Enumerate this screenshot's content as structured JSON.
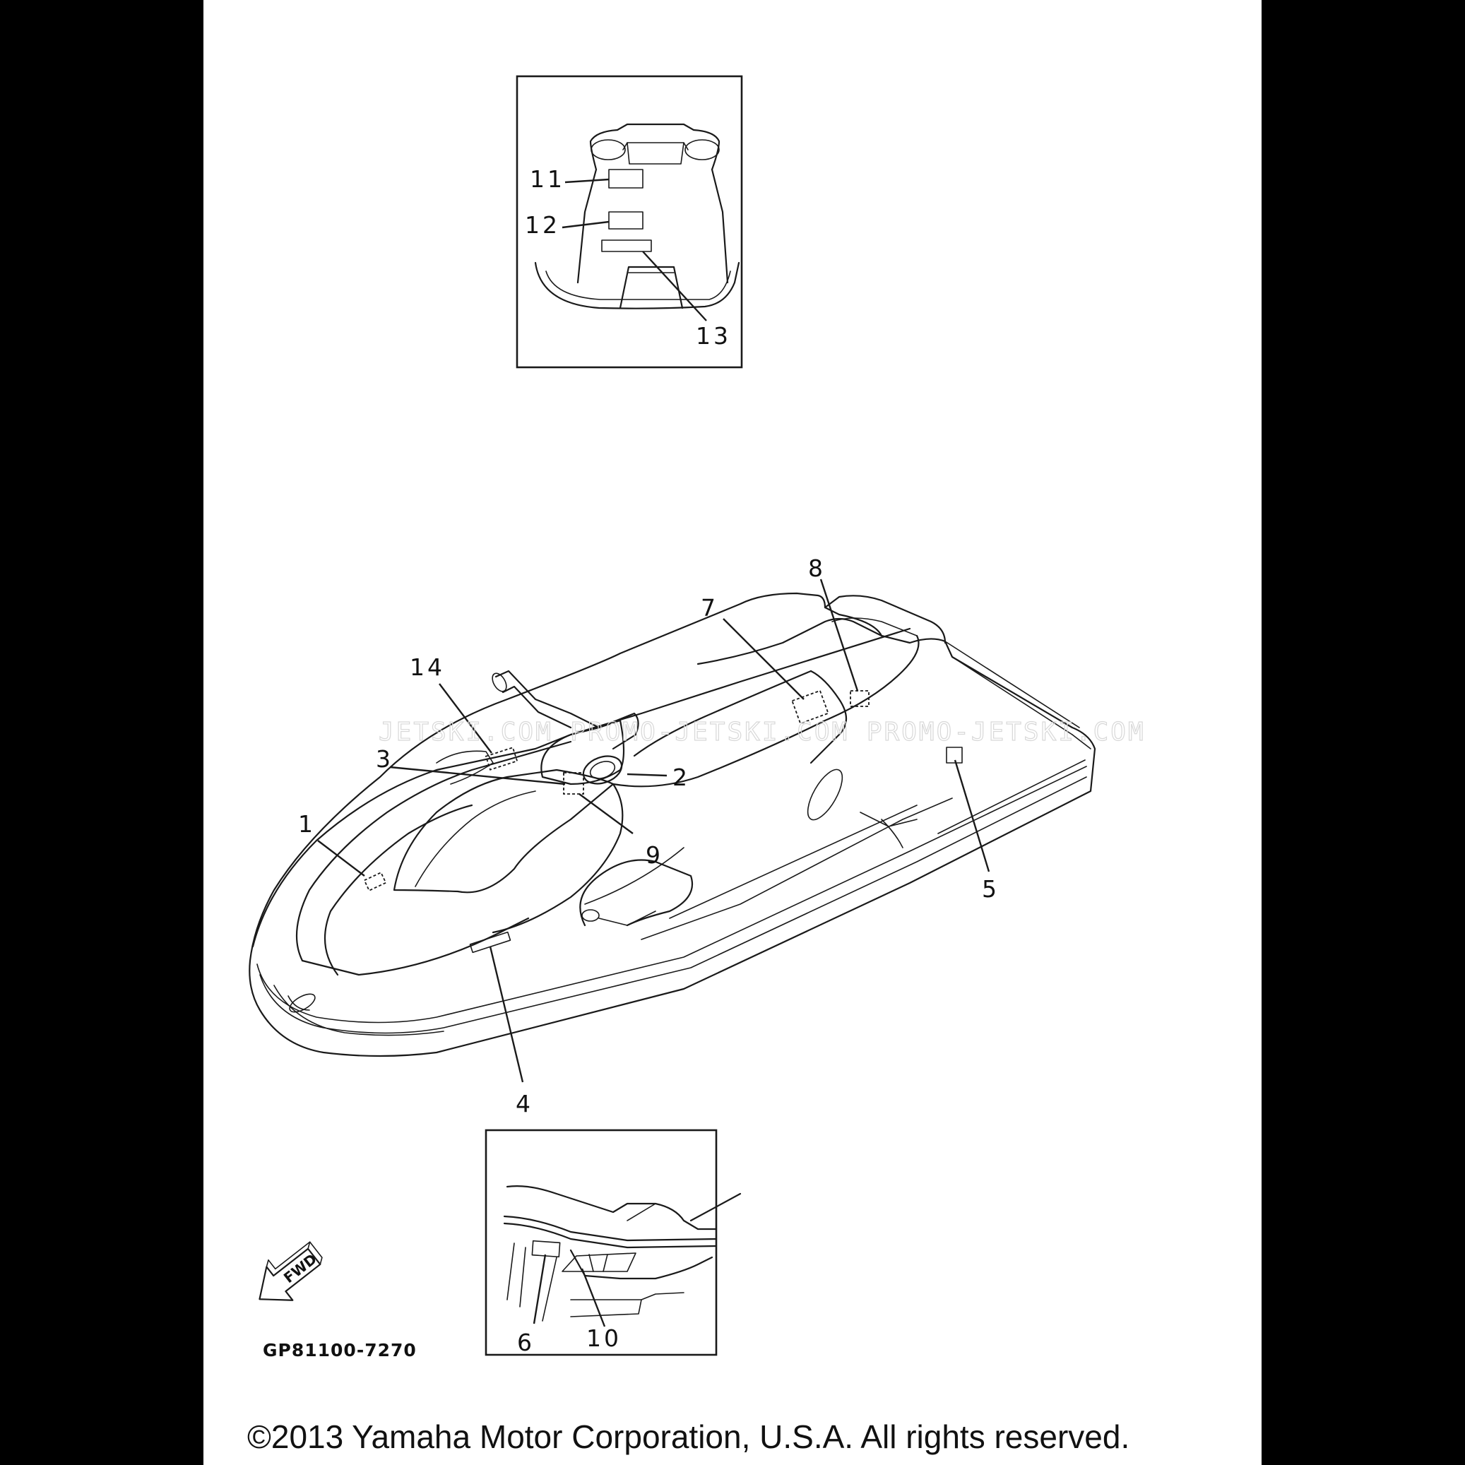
{
  "diagram": {
    "callouts": [
      "1",
      "2",
      "3",
      "4",
      "5",
      "6",
      "7",
      "8",
      "9",
      "10",
      "11",
      "12",
      "13",
      "14"
    ],
    "fwd_label": "FWD",
    "part_number": "GP81100-7270",
    "watermark": "JETSKI.COM   PROMO-JETSKI.COM   PROMO-JETSKI.COM",
    "copyright": "©2013 Yamaha Motor Corporation, U.S.A. All rights reserved."
  }
}
